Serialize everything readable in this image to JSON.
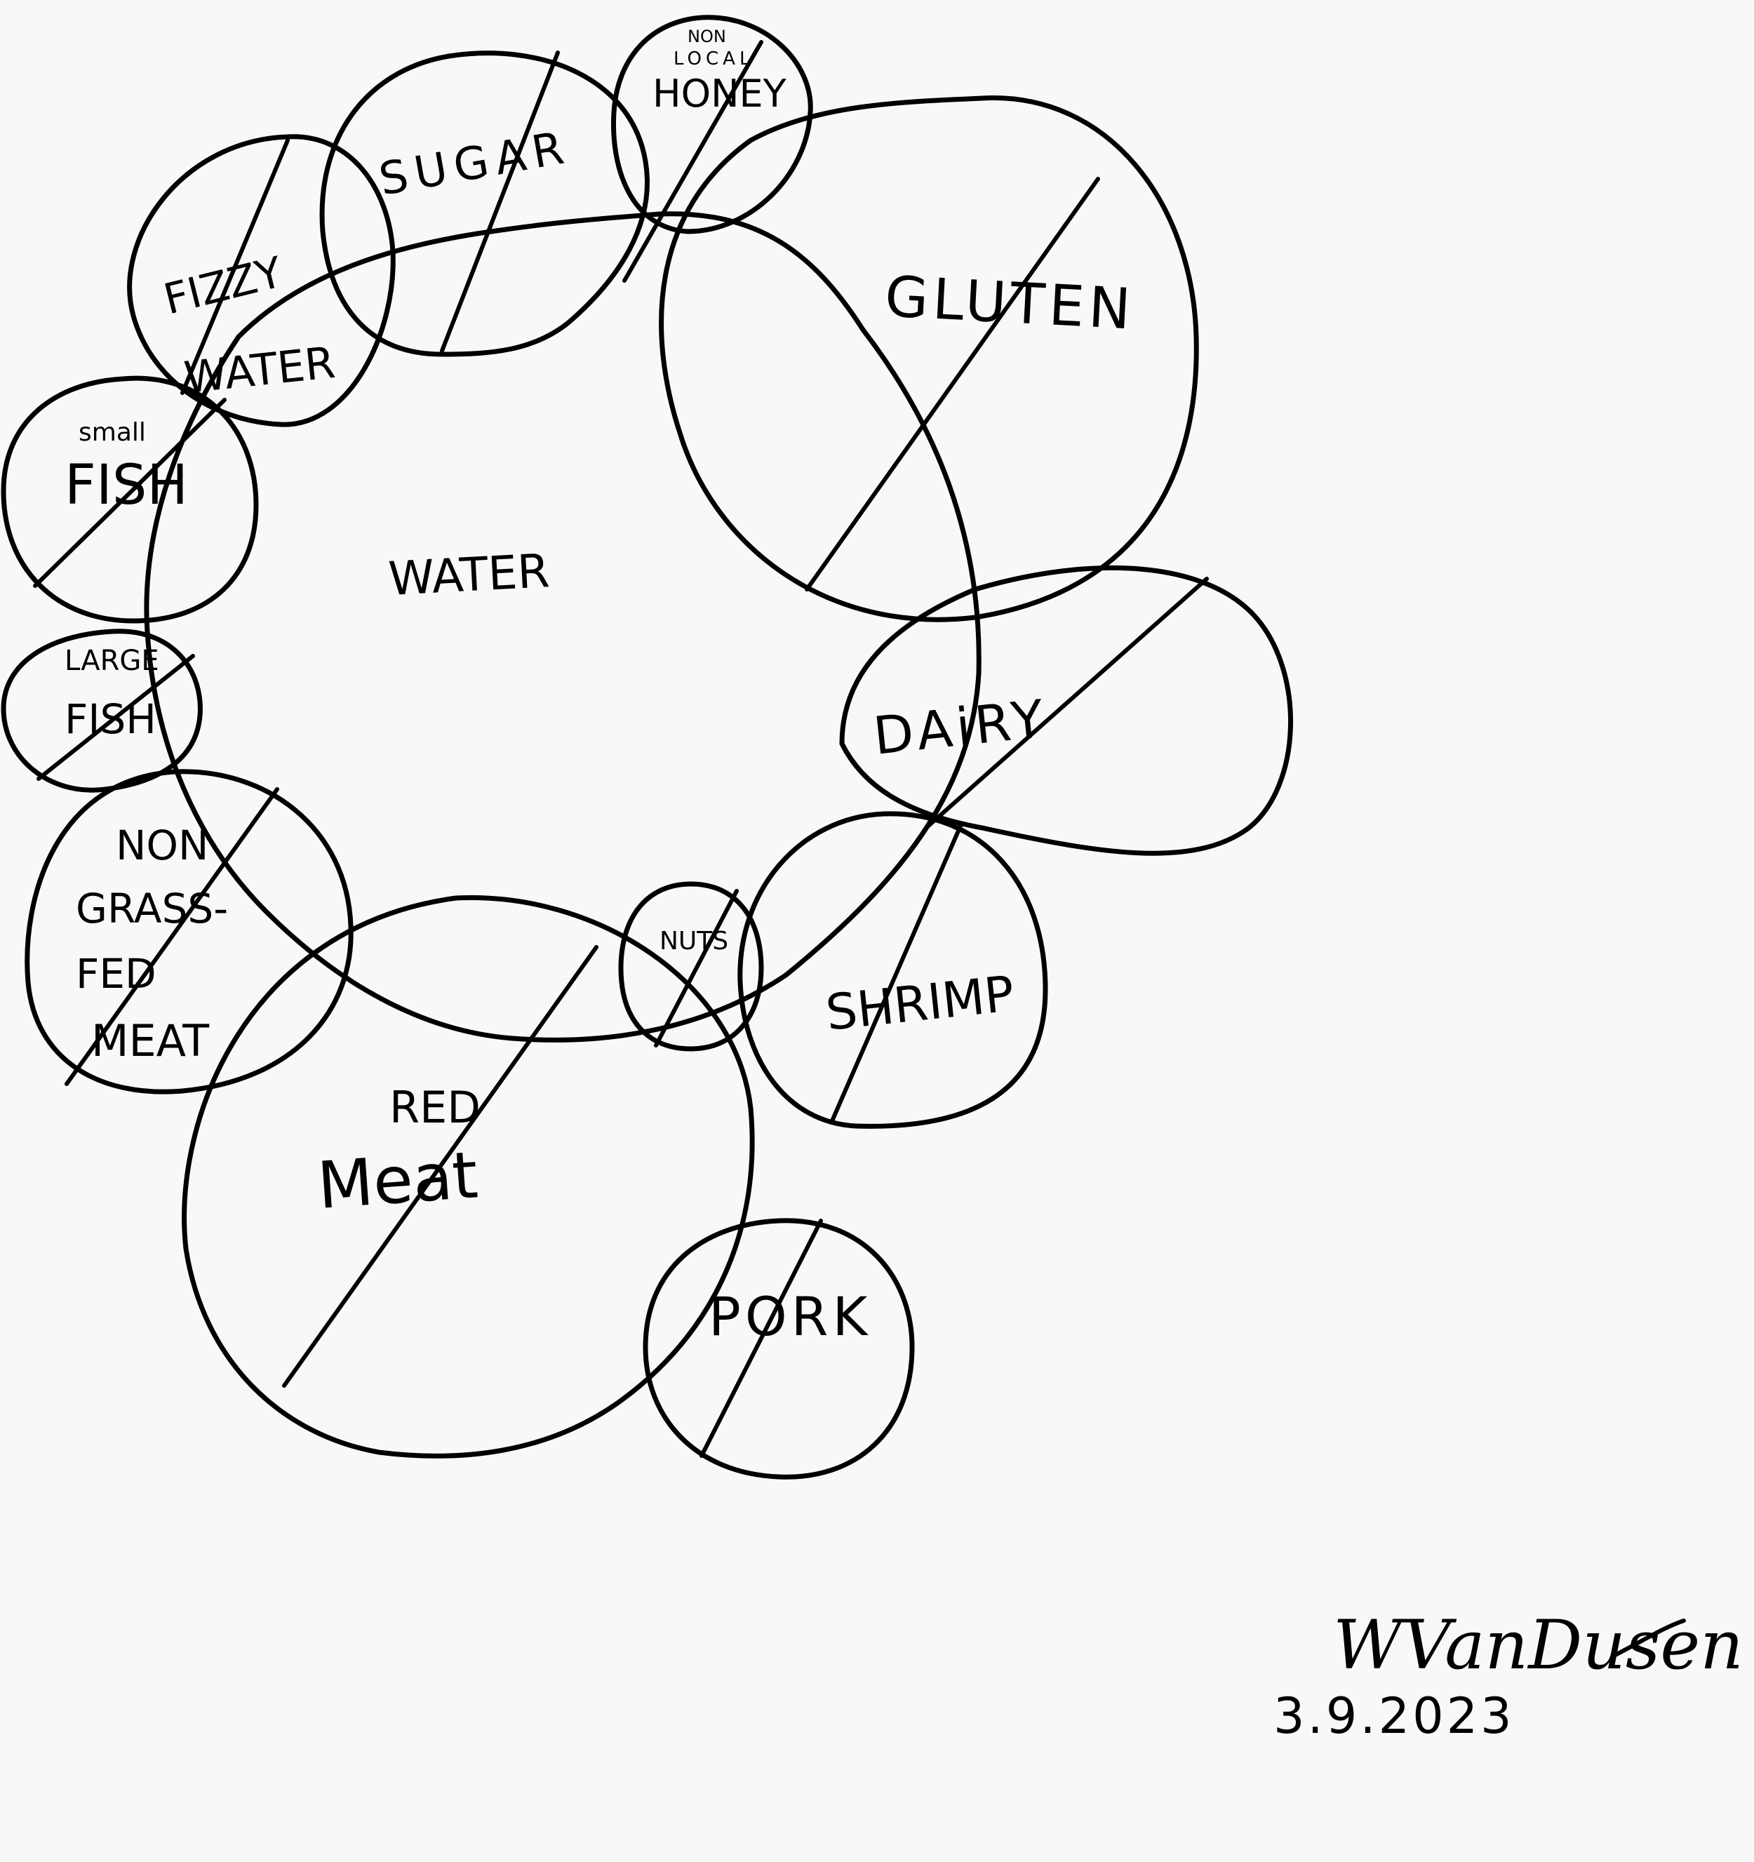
{
  "diagram": {
    "center_label": "WATER",
    "items": {
      "fizzy_water": [
        "FIZZY",
        "WATER"
      ],
      "sugar": "SUGAR",
      "non_local_honey": [
        "NON",
        "LOCAL",
        "HONEY"
      ],
      "gluten": "GLUTEN",
      "small_fish": [
        "small",
        "FISH"
      ],
      "large_fish": [
        "LARGE",
        "FISH"
      ],
      "dairy": "DAiRY",
      "non_grass_fed_meat": [
        "NON",
        "GRASS-",
        "FED",
        "MEAT"
      ],
      "nuts": "NUTS",
      "shrimp": "SHRIMP",
      "red_meat": [
        "RED",
        "Meat"
      ],
      "pork": "PORK"
    }
  },
  "signature": {
    "name": "WVanDusen",
    "date": "3.9.2023"
  }
}
